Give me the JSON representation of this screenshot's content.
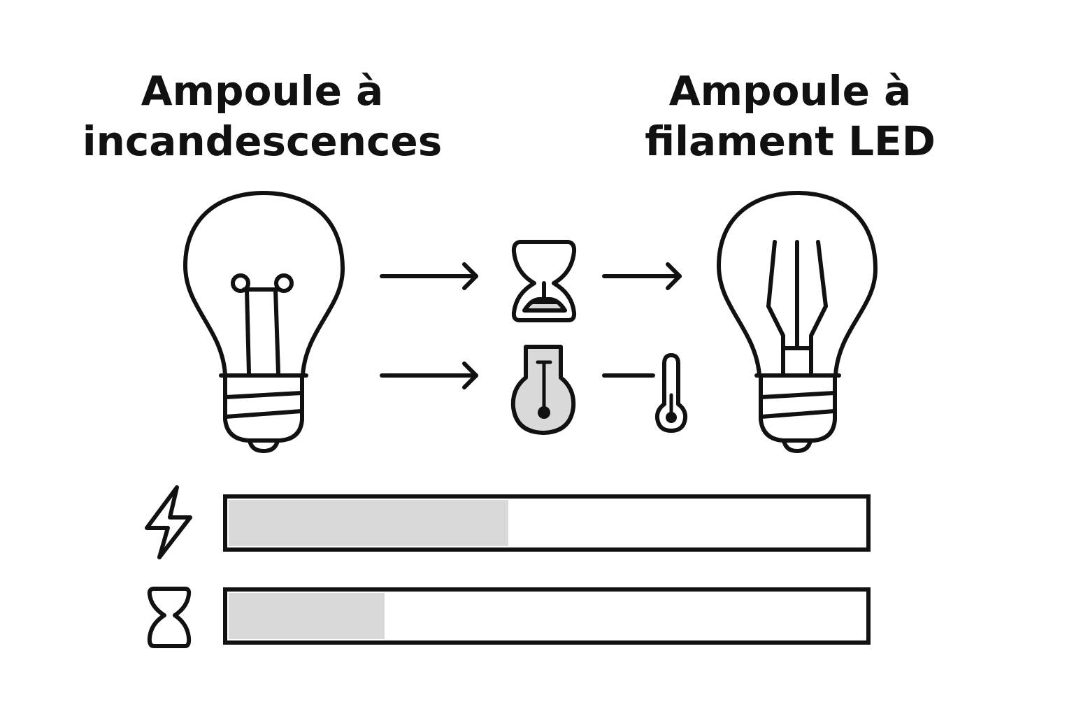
{
  "titles": {
    "left": {
      "line1": "Ampoule à",
      "line2": "incandescences"
    },
    "right": {
      "line1": "Ampoule à",
      "line2": "filament LED"
    }
  },
  "icons": {
    "left_bulb": "incandescent-bulb-icon",
    "right_bulb": "led-filament-bulb-icon",
    "hourglass": "hourglass-icon",
    "heat_flask": "heat-bulb-icon",
    "thermometer": "thermometer-icon",
    "energy": "lightning-icon",
    "lifetime": "hourglass-icon"
  },
  "bars": [
    {
      "icon": "lightning-icon",
      "fill_fraction": 0.44
    },
    {
      "icon": "hourglass-icon",
      "fill_fraction": 0.245
    }
  ],
  "colors": {
    "stroke": "#111111",
    "fill_gray": "#d9d9d9",
    "background": "#ffffff"
  }
}
